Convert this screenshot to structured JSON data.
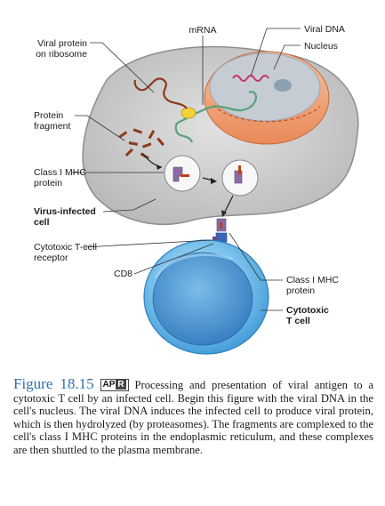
{
  "labels": {
    "mrna": "mRNA",
    "viral_dna": "Viral DNA",
    "nucleus": "Nucleus",
    "viral_protein_line1": "Viral protein",
    "viral_protein_line2": "on ribosome",
    "protein_fragment_line1": "Protein",
    "protein_fragment_line2": "fragment",
    "class1_mhc_left_line1": "Class I MHC",
    "class1_mhc_left_line2": "protein",
    "virus_infected_line1": "Virus-infected",
    "virus_infected_line2": "cell",
    "tcell_receptor_line1": "Cytotoxic T-cell",
    "tcell_receptor_line2": "receptor",
    "cd8": "CD8",
    "class1_mhc_right_line1": "Class I MHC",
    "class1_mhc_right_line2": "protein",
    "cytotoxic_line1": "Cytotoxic",
    "cytotoxic_line2": "T cell"
  },
  "caption": {
    "figure_number": "Figure 18.15",
    "apr_a": "AP",
    "apr_r": "R",
    "text": "Processing and presentation of viral antigen to a cytotoxic T cell by an infected cell. Begin this figure with the viral DNA in the cell's nucleus. The viral DNA induces the infected cell to produce viral protein, which is then hydrolyzed (by proteasomes). The fragments are complexed to the cell's class I MHC proteins in the endoplasmic reticulum, and these complexes are then shuttled to the plasma membrane."
  },
  "colors": {
    "infected_cell": "#c9c9c9",
    "nucleus_outer": "#f0a479",
    "nucleus_inner": "#b8c3cc",
    "mhc": "#8b6aa8",
    "fragment": "#8b3a1e",
    "tcell": "#4aa8e0",
    "tcell_nucleus": "#2f7fc4",
    "caption_blue": "#2f6fa8"
  }
}
